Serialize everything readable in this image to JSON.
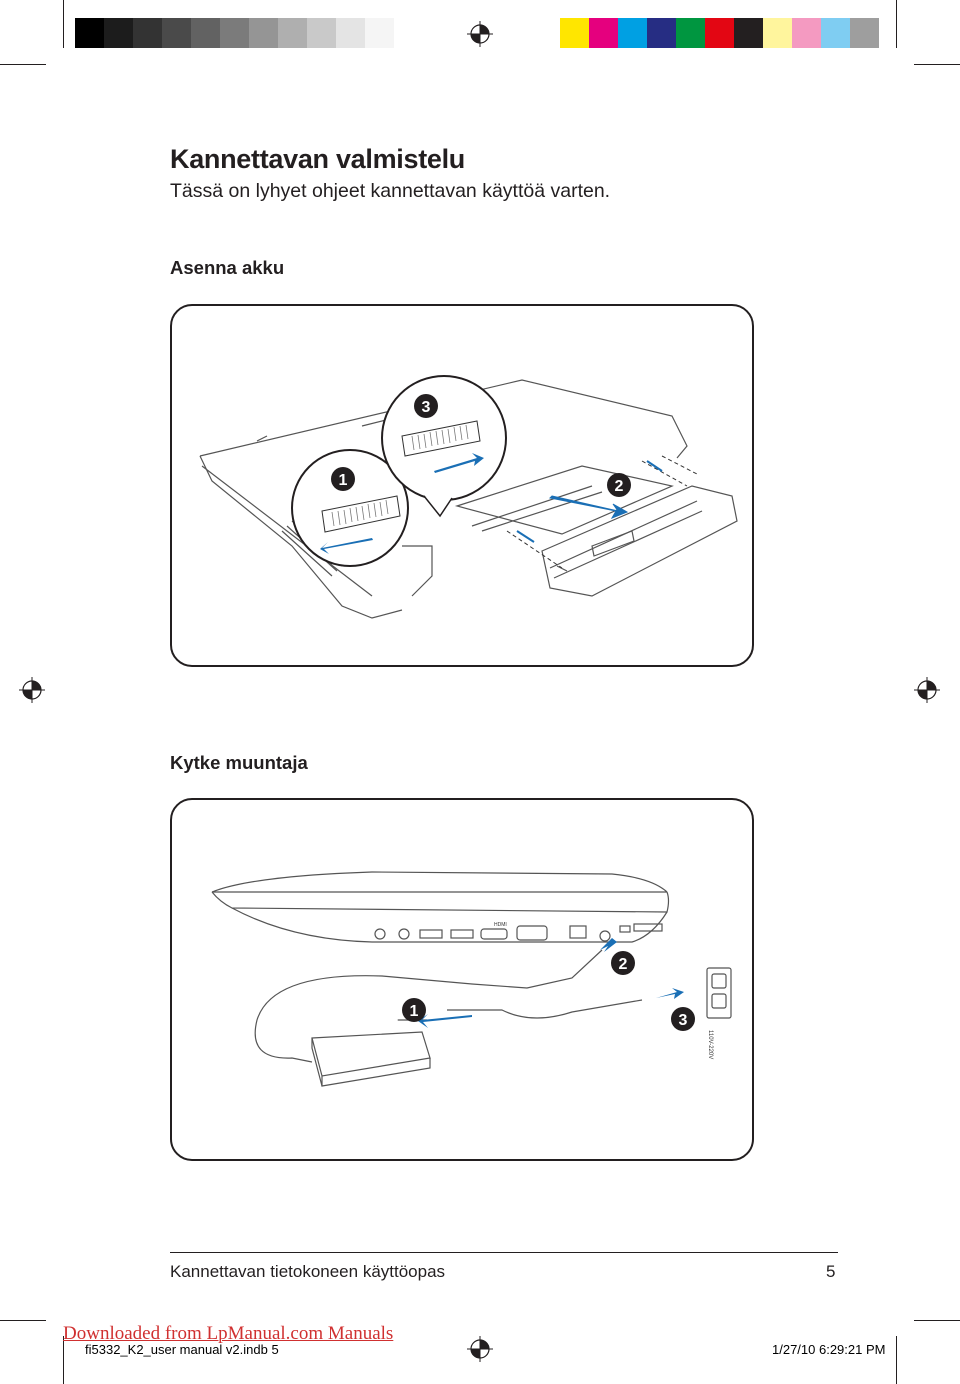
{
  "colors": {
    "grayscale": [
      "#000000",
      "#1c1c1c",
      "#333333",
      "#4a4a4a",
      "#626262",
      "#7b7b7b",
      "#959595",
      "#afafaf",
      "#c9c9c9",
      "#e4e4e4",
      "#f5f5f5"
    ],
    "process": [
      "#ffe600",
      "#e5007e",
      "#00a0e3",
      "#262d83",
      "#009640",
      "#e30613",
      "#231f20",
      "#fff59d",
      "#f49ac1",
      "#7fcdf2",
      "#9e9e9e"
    ],
    "text": "#231f20",
    "link": "#d03030"
  },
  "page": {
    "title": "Kannettavan valmistelu",
    "subtitle": "Tässä on lyhyet ohjeet kannettavan käyttöä varten.",
    "section_battery": "Asenna akku",
    "section_adapter": "Kytke muuntaja"
  },
  "battery_figure": {
    "step1": "1",
    "step2": "2",
    "step3": "3"
  },
  "adapter_figure": {
    "step1": "1",
    "step2": "2",
    "step3": "3",
    "port_hdmi": "HDMI",
    "outlet_voltage": "110V-220V"
  },
  "footer": {
    "manual_title": "Kannettavan tietokoneen käyttöopas",
    "page_number": "5"
  },
  "print_marks": {
    "download_link": "Downloaded from LpManual.com Manuals",
    "file_slug": "fi5332_K2_user manual v2.indb   5",
    "timestamp": "1/27/10   6:29:21 PM"
  }
}
